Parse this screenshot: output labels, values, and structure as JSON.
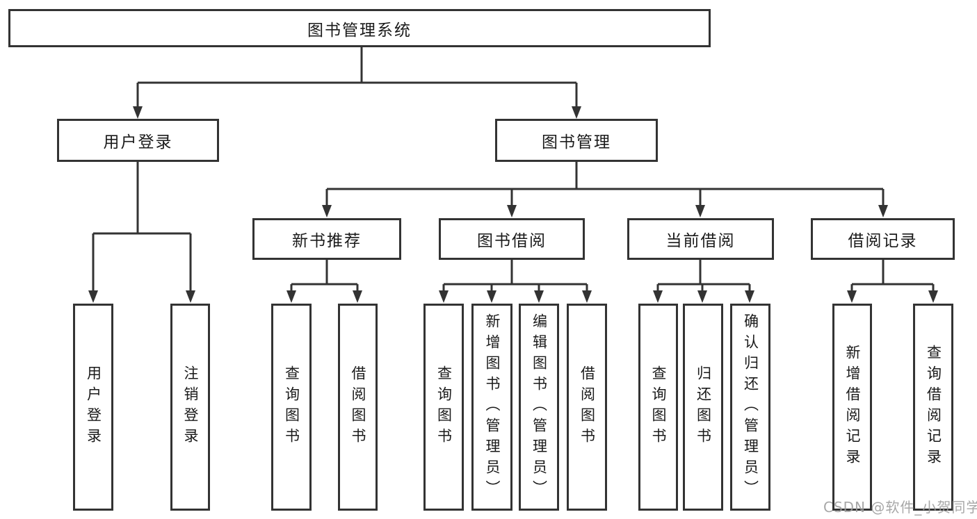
{
  "root": {
    "label": "图书管理系统"
  },
  "level2": {
    "user_login": "用户登录",
    "book_management": "图书管理"
  },
  "user_login_children": [
    "用户登录",
    "注销登录"
  ],
  "book_management_children": [
    "新书推荐",
    "图书借阅",
    "当前借阅",
    "借阅记录"
  ],
  "new_book_children": [
    "查询图书",
    "借阅图书"
  ],
  "book_borrow_children": [
    "查询图书",
    "新增图书（管理员）",
    "编辑图书（管理员）",
    "借阅图书"
  ],
  "current_borrow_children": [
    "查询图书",
    "归还图书",
    "确认归还（管理员）"
  ],
  "borrow_record_children": [
    "新增借阅记录",
    "查询借阅记录"
  ],
  "watermark": "CSDN @软件_小贺同学",
  "colors": {
    "line": "#333333",
    "text": "#1a1a1a",
    "watermark": "#9e9e9e",
    "background": "#ffffff"
  }
}
